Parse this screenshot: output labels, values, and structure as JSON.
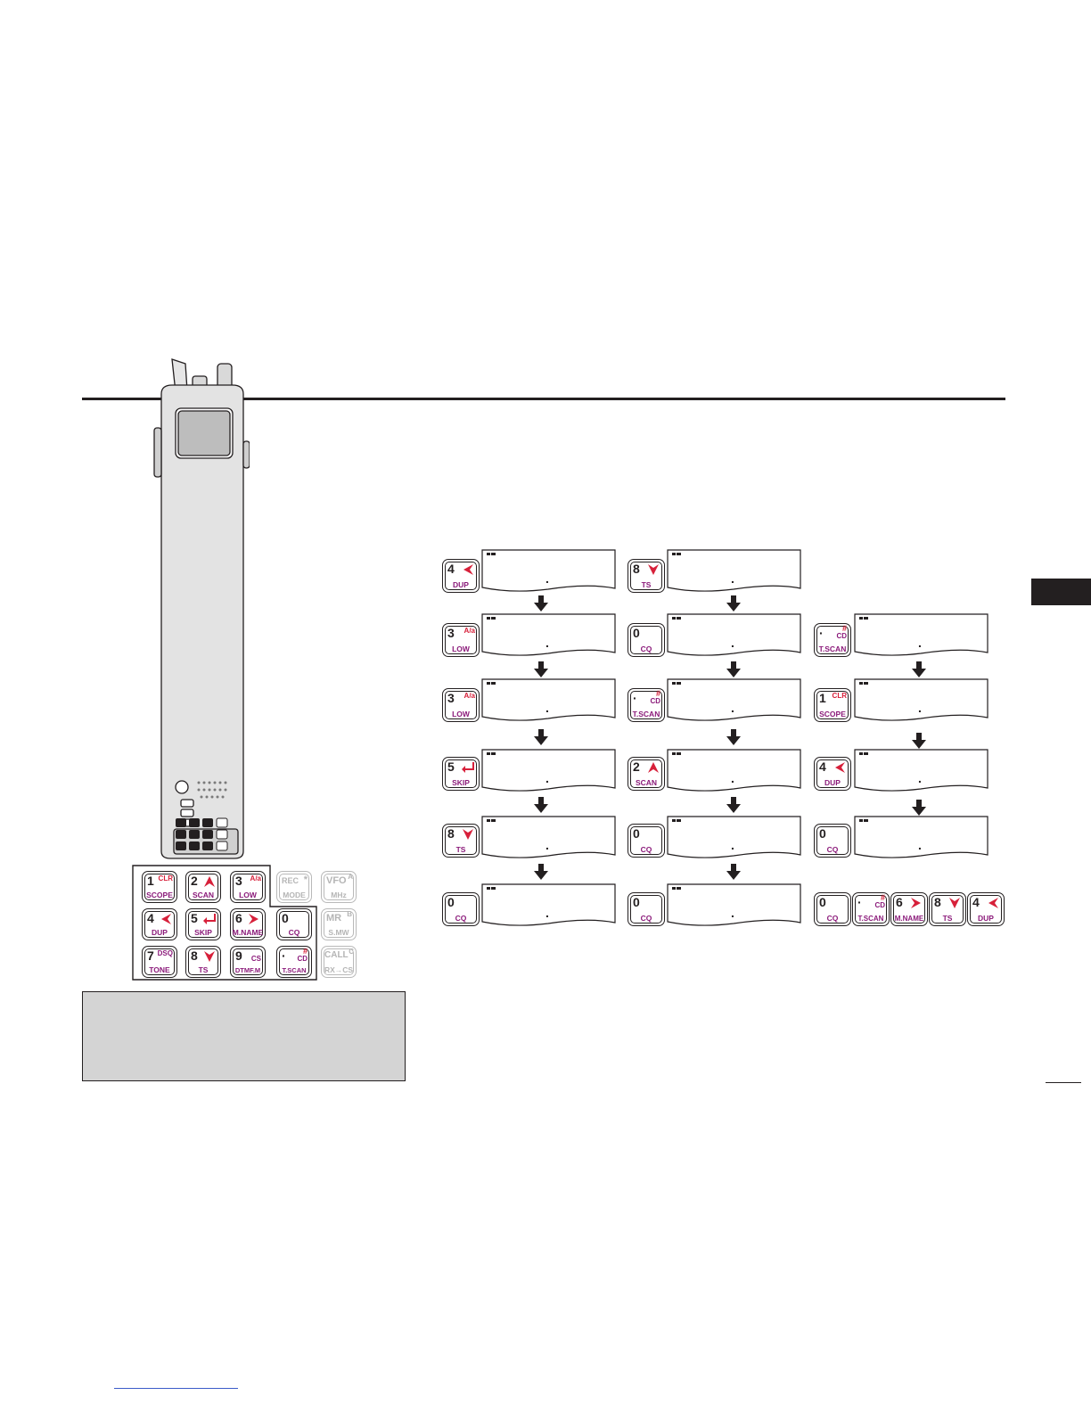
{
  "keypad": {
    "k1": {
      "num": "1",
      "sup": "CLR",
      "lab": "SCOPE"
    },
    "k2": {
      "num": "2",
      "lab": "SCAN"
    },
    "k3": {
      "num": "3",
      "sup": "A/a",
      "lab": "LOW"
    },
    "rec": {
      "num": "REC",
      "sup": "*",
      "lab": "MODE"
    },
    "vfo": {
      "num": "VFO",
      "sup": "A",
      "lab": "MHz"
    },
    "k4": {
      "num": "4",
      "lab": "DUP"
    },
    "k5": {
      "num": "5",
      "lab": "SKIP"
    },
    "k6": {
      "num": "6",
      "lab": "M.NAME"
    },
    "k0": {
      "num": "0",
      "lab": "CQ"
    },
    "mr": {
      "num": "MR",
      "sup": "B",
      "lab": "S.MW"
    },
    "k7": {
      "num": "7",
      "sup": "DSQ",
      "lab": "TONE"
    },
    "k8": {
      "num": "8",
      "lab": "TS"
    },
    "k9": {
      "num": "9",
      "sup": "CS",
      "lab": "DTMF.M"
    },
    "kdot": {
      "num": "·",
      "sup": "CD",
      "hash": "#",
      "lab": "T.SCAN"
    },
    "call": {
      "num": "CALL",
      "sup": "C",
      "lab": "RX→CS"
    }
  },
  "lcd": {
    "dot": "."
  }
}
